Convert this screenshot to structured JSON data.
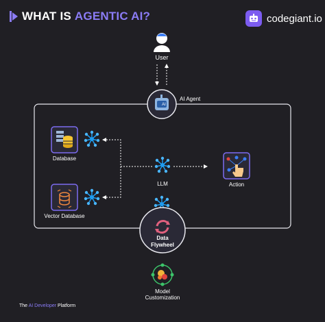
{
  "header": {
    "title_prefix": "WHAT IS",
    "title_accent": "AGENTIC AI?",
    "brand_name": "codegiant.io"
  },
  "nodes": {
    "user": "User",
    "ai_agent": "AI Agent",
    "database": "Database",
    "vector_database": "Vector Database",
    "llm": "LLM",
    "action": "Action",
    "data_flywheel_line1": "Data",
    "data_flywheel_line2": "Flywheel",
    "model_customization_line1": "Model",
    "model_customization_line2": "Customization",
    "agent_badge": "AI"
  },
  "footer": {
    "prefix": "The",
    "accent": "AI Developer",
    "suffix": "Platform"
  },
  "colors": {
    "background": "#201f24",
    "accent": "#8b7cf6",
    "node_blue": "#1e9cf0",
    "frame": "#e8e8ee"
  },
  "icons": [
    "user-icon",
    "robot-icon",
    "database-icon",
    "vector-database-icon",
    "neural-node-icon",
    "action-hand-icon",
    "flywheel-icon",
    "model-customization-icon",
    "codegiant-logo-icon"
  ]
}
